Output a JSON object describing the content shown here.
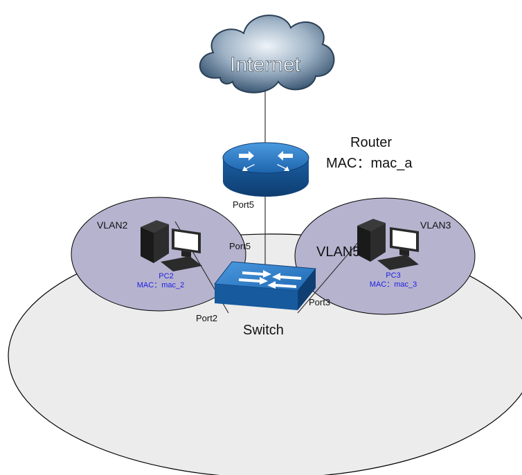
{
  "cloud": {
    "label": "Internet"
  },
  "router": {
    "title": "Router",
    "mac": "MAC：mac_a",
    "port": "Port5"
  },
  "switch": {
    "title": "Switch",
    "vlan": "VLAN5",
    "port_up": "Port5",
    "port_left": "Port2",
    "port_right": "Port3"
  },
  "vlan2": {
    "label": "VLAN2",
    "pc_name": "PC2",
    "pc_mac": "MAC：mac_2"
  },
  "vlan3": {
    "label": "VLAN3",
    "pc_name": "PC3",
    "pc_mac": "MAC：mac_3"
  },
  "colors": {
    "outer_area": "#ececec",
    "vlan_area": "#b6b3cf",
    "device_blue": "#1f6fb8",
    "text_blue": "#1d1de0"
  }
}
